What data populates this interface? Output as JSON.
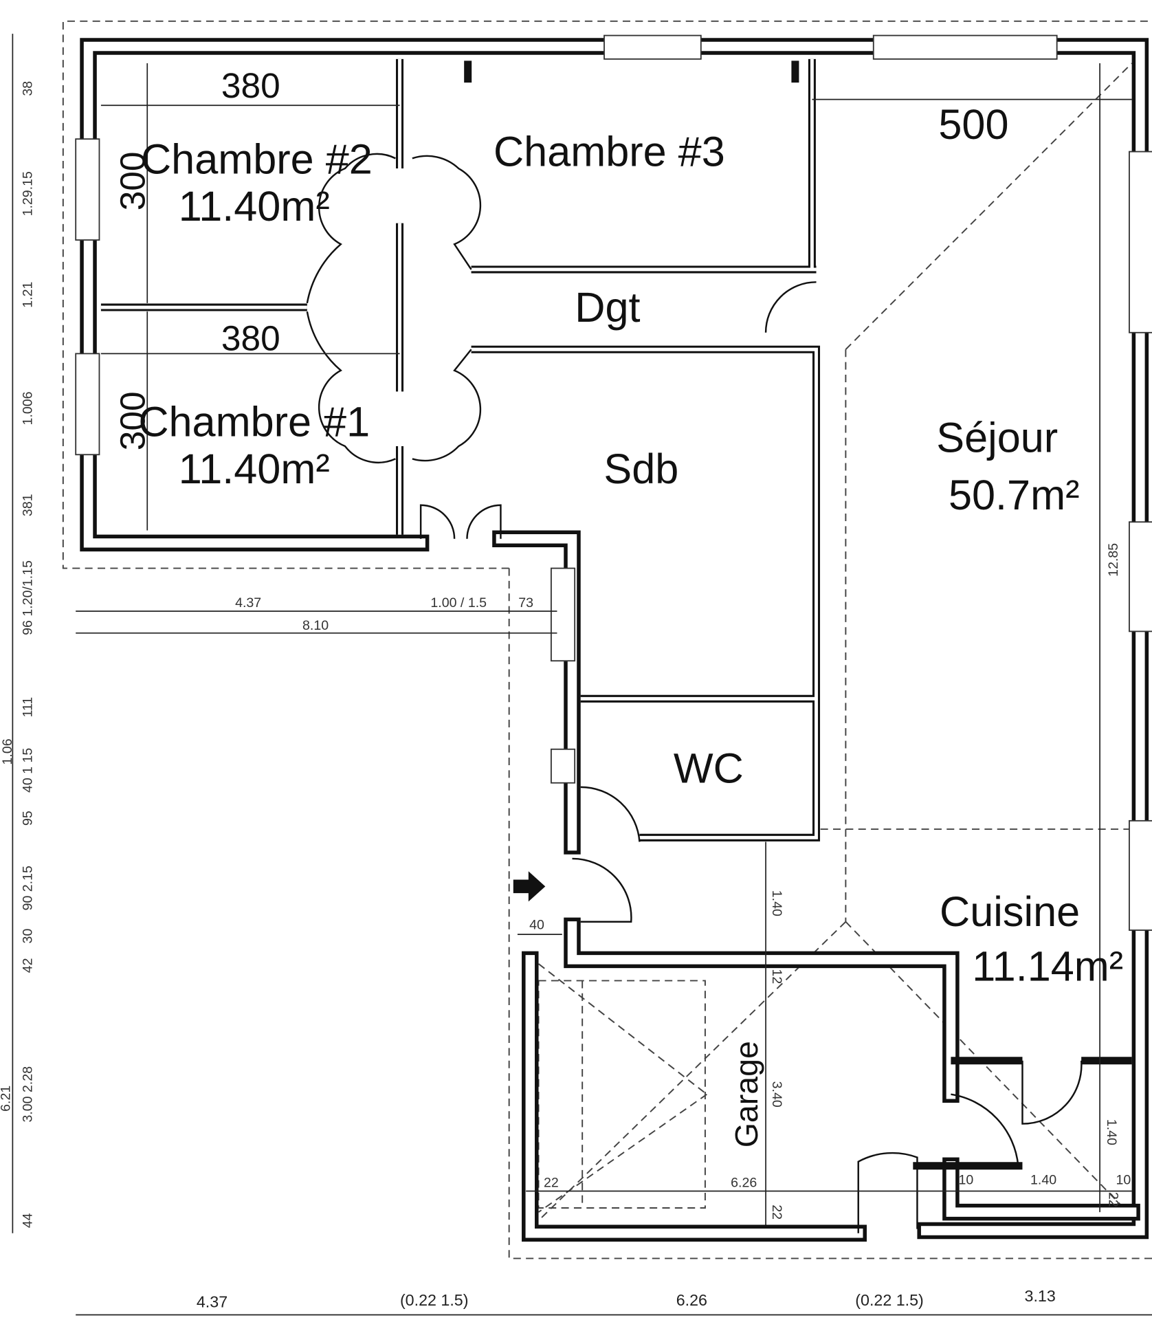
{
  "rooms": {
    "chambre2": {
      "name": "Chambre #2",
      "area": "11.40m²",
      "width": "380",
      "depth": "300"
    },
    "chambre3": {
      "name": "Chambre #3"
    },
    "chambre1": {
      "name": "Chambre #1",
      "area": "11.40m²",
      "width": "380",
      "depth": "300"
    },
    "dgt": {
      "name": "Dgt"
    },
    "sdb": {
      "name": "Sdb"
    },
    "wc": {
      "name": "WC"
    },
    "sejour": {
      "name": "Séjour",
      "area": "50.7m²",
      "width": "500",
      "length": "12.85"
    },
    "cuisine": {
      "name": "Cuisine",
      "area": "11.14m²"
    },
    "garage": {
      "name": "Garage",
      "width": "3.40",
      "length": "6.26",
      "wall_top": "12",
      "wall_bottom": "22",
      "wall_left": "22"
    }
  },
  "dims": {
    "entry_row1": [
      "4.37",
      "1.00 / 1.5",
      "73"
    ],
    "entry_row2": "8.10",
    "entry_40": "40",
    "corridor_140": "1.40",
    "kitchen": [
      "10",
      "1.40",
      "10",
      "22",
      "1.40"
    ],
    "left_column": [
      "38",
      "1.29.15",
      "1.21",
      "1.006",
      "381",
      "96 1.20/1.15",
      "111",
      "1.06",
      "40 1 15",
      "95",
      "90 2.15",
      "30",
      "42",
      "3.00 2.28",
      "6.21",
      "44"
    ],
    "bottom_row": [
      "4.37",
      "(0.22 1.5)",
      "6.26",
      "(0.22 1.5)",
      "3.13"
    ]
  },
  "icons": {
    "entrance": "entrance-arrow-icon"
  }
}
